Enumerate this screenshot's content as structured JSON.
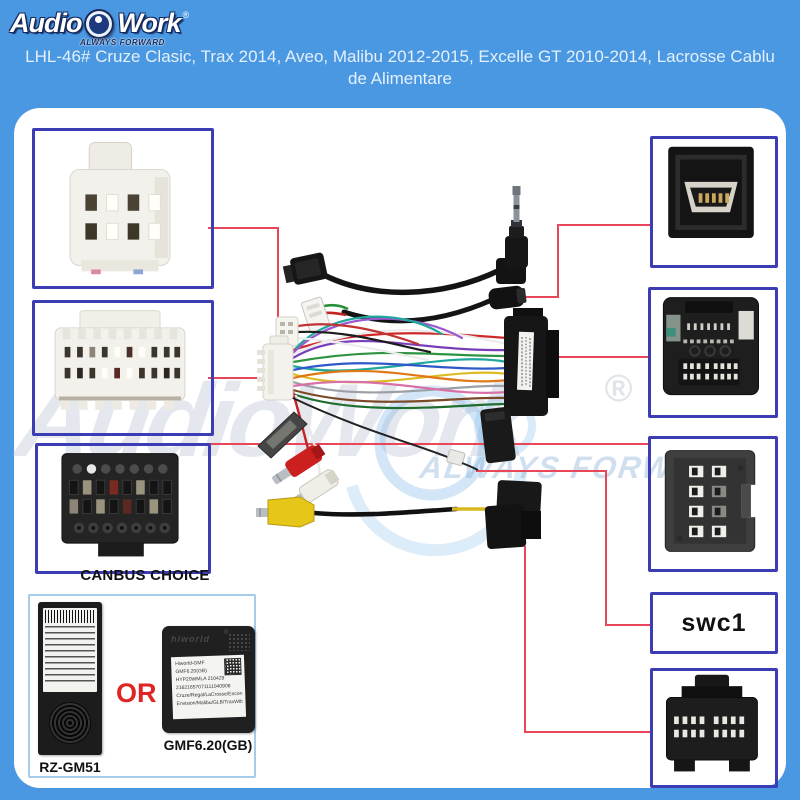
{
  "page": {
    "background": "#4a98e2",
    "card_bg": "#ffffff",
    "accent_red": "#e8475a",
    "box_border_blue": "#3c3cb4"
  },
  "header": {
    "logo_audio": "Audio",
    "logo_work": "Work",
    "logo_reg": "®",
    "tagline": "ALWAYS FORWARD",
    "title_line1": "LHL-46# Cruze Clasic, Trax 2014, Aveo, Malibu 2012-2015, Excelle GT 2010-2014, Lacrosse Cablu",
    "title_line2": "de Alimentare"
  },
  "watermark": {
    "brand": "AudioWork",
    "reg": "®",
    "tagline": "ALWAYS FORWARD"
  },
  "diagram": {
    "canbus_choice_label": "CANBUS CHOICE",
    "or_label": "OR",
    "swc_label": "swc1"
  },
  "modules": {
    "rz": {
      "caption": "RZ-GM51"
    },
    "gmf": {
      "caption": "GMF6.20(GB)",
      "brand": "hiworld",
      "reg": "®",
      "label_lines": [
        "Hiworld-GMF",
        "GMF6.20(GB)",
        "HYP20WMLA  210429",
        "21621657071111040908",
        "Cruze/Regal/LaCrosse/Encore",
        "Envision/Malibu/GLB/TraxWtb"
      ]
    }
  }
}
